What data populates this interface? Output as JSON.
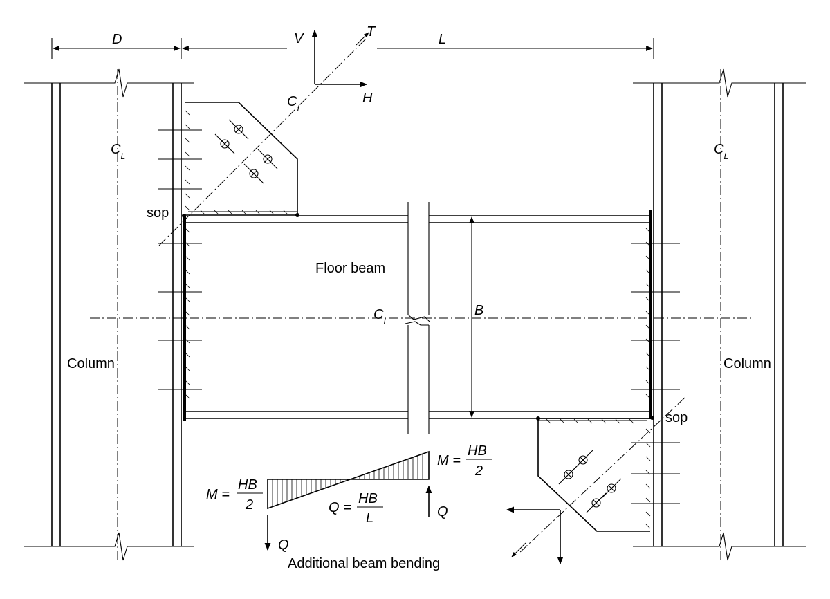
{
  "labels": {
    "D": "D",
    "L": "L",
    "V": "V",
    "T": "T",
    "H": "H",
    "B": "B",
    "C": "C",
    "L_sub": "L",
    "sop": "sop",
    "column": "Column",
    "floor_beam": "Floor beam",
    "Q": "Q",
    "M_eq": "M =",
    "Q_eq": "Q =",
    "HB": "HB",
    "two": "2",
    "L_den": "L",
    "caption": "Additional beam bending"
  }
}
